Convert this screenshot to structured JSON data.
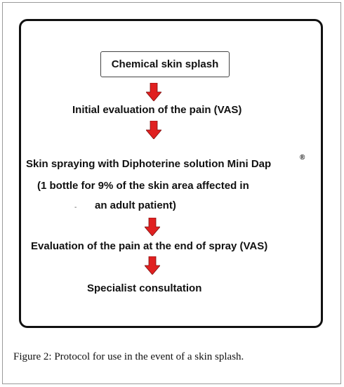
{
  "diagram": {
    "steps": {
      "s1": "Chemical skin splash",
      "s2": "Initial evaluation of the pain  (VAS)",
      "s3_line1": "Skin spraying with Diphoterine  solution Mini Dap",
      "s3_sup": "®",
      "s3_line2": "(1 bottle for 9% of the skin area affected in",
      "s3_bullet": "-",
      "s3_line3": "an adult  patient)",
      "s4": "Evaluation of the pain at the end of spray  (VAS)",
      "s5": "Specialist  consultation"
    },
    "arrow_color": "#e02020",
    "arrow_outline": "#7a1010"
  },
  "caption": {
    "label": "Figure 2:",
    "text": " Protocol for use in the event of a skin splash."
  }
}
